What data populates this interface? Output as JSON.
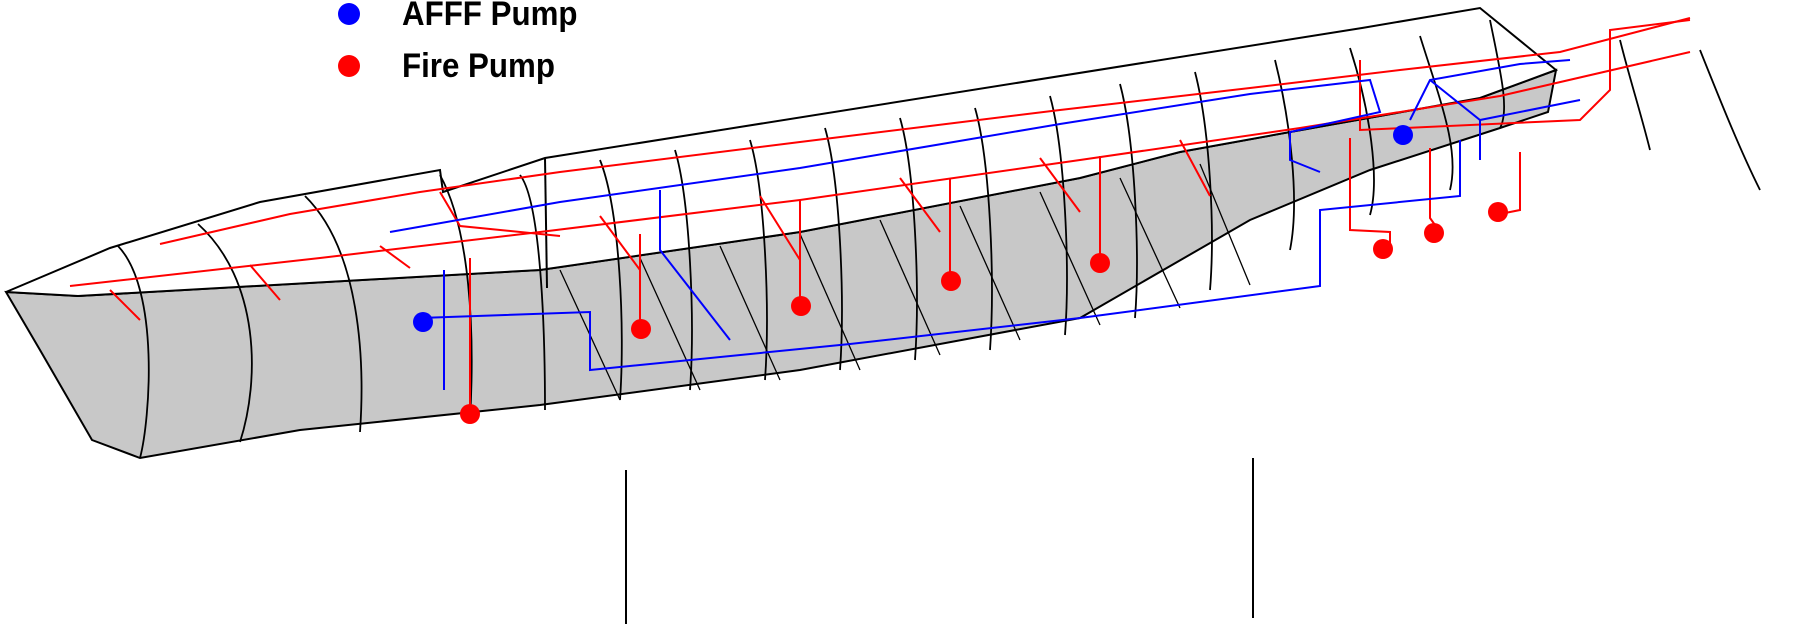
{
  "legend": [
    {
      "label": "AFFF Pump",
      "color": "#0000ff"
    },
    {
      "label": "Fire Pump",
      "color": "#ff0000"
    }
  ],
  "colors": {
    "hull_fill": "#c8c8c8",
    "outline": "#000000",
    "afff_piping": "#0000ff",
    "fire_piping": "#ff0000"
  },
  "pumps": {
    "afff_count": 2,
    "fire_count": 8
  }
}
